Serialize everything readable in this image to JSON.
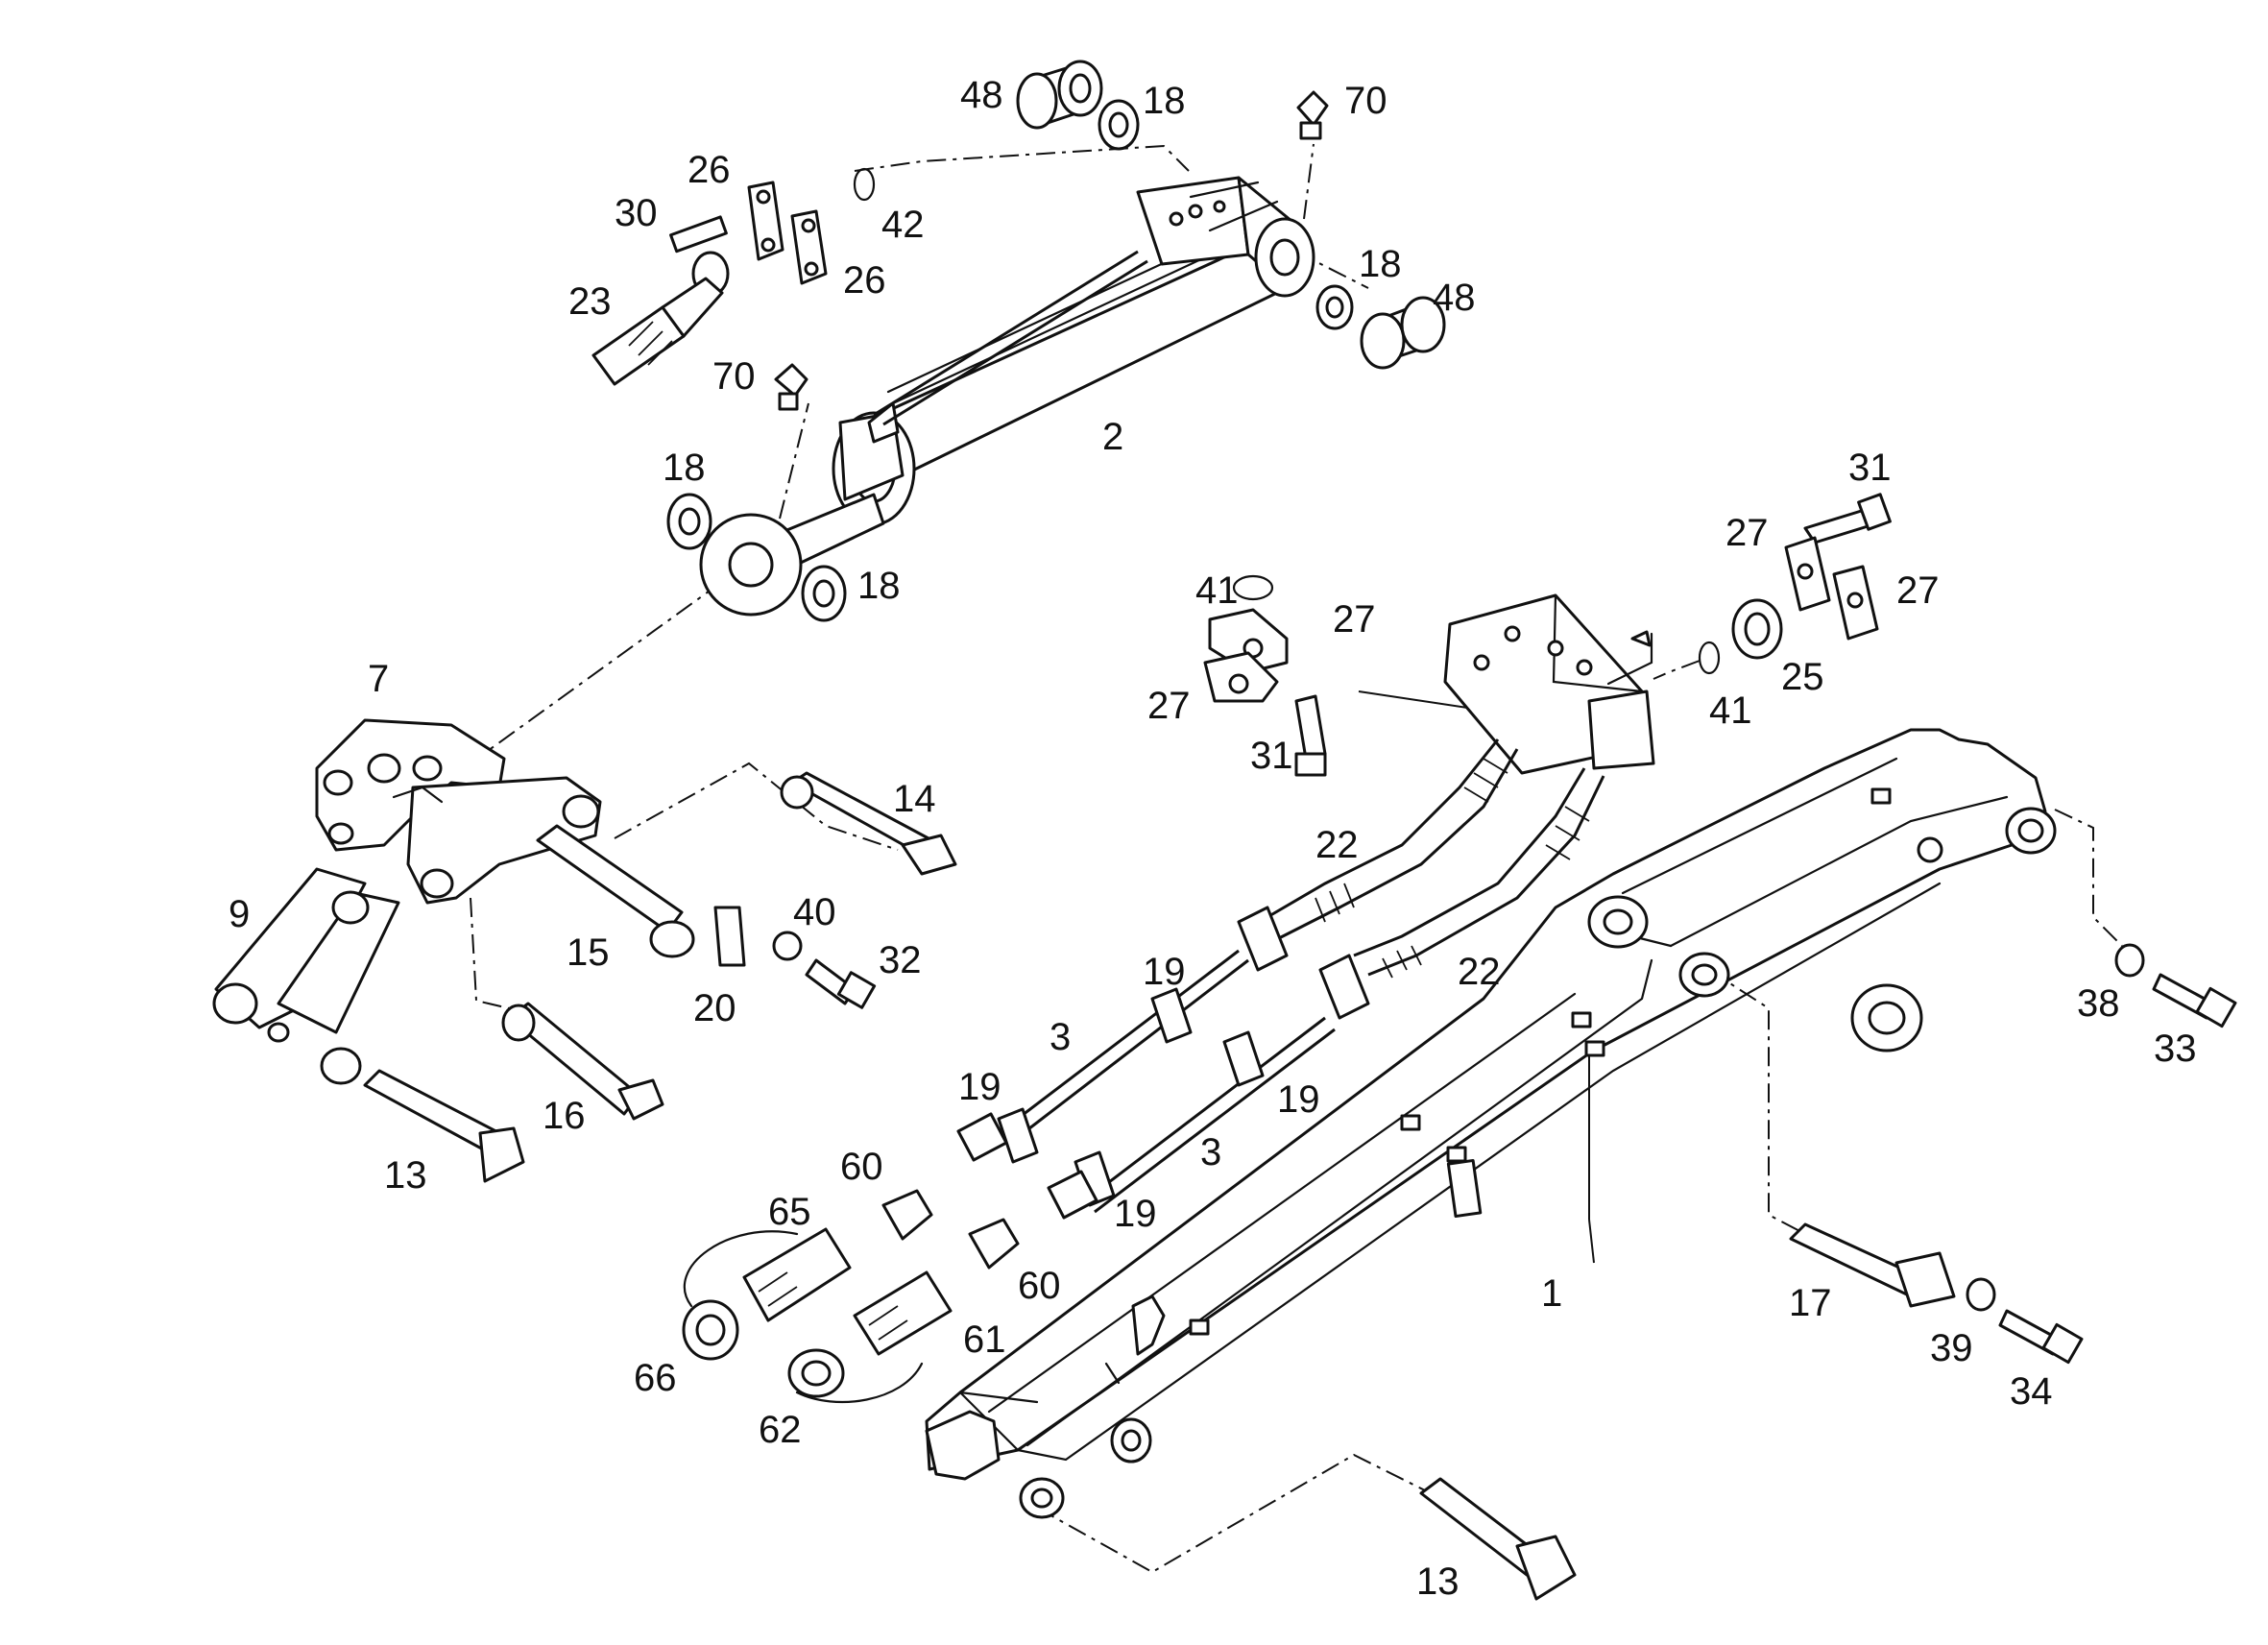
{
  "diagram": {
    "callouts": [
      {
        "id": "c48a",
        "text": "48"
      },
      {
        "id": "c18a",
        "text": "18"
      },
      {
        "id": "c70a",
        "text": "70"
      },
      {
        "id": "c26a",
        "text": "26"
      },
      {
        "id": "c30",
        "text": "30"
      },
      {
        "id": "c42",
        "text": "42"
      },
      {
        "id": "c26b",
        "text": "26"
      },
      {
        "id": "c23",
        "text": "23"
      },
      {
        "id": "c18b",
        "text": "18"
      },
      {
        "id": "c48b",
        "text": "48"
      },
      {
        "id": "c70b",
        "text": "70"
      },
      {
        "id": "c2",
        "text": "2"
      },
      {
        "id": "c18c",
        "text": "18"
      },
      {
        "id": "c18d",
        "text": "18"
      },
      {
        "id": "c31a",
        "text": "31"
      },
      {
        "id": "c27a",
        "text": "27"
      },
      {
        "id": "c41a",
        "text": "41"
      },
      {
        "id": "c27b",
        "text": "27"
      },
      {
        "id": "c27c",
        "text": "27"
      },
      {
        "id": "c25",
        "text": "25"
      },
      {
        "id": "c27d",
        "text": "27"
      },
      {
        "id": "c41b",
        "text": "41"
      },
      {
        "id": "c31b",
        "text": "31"
      },
      {
        "id": "c7",
        "text": "7"
      },
      {
        "id": "c14",
        "text": "14"
      },
      {
        "id": "c22a",
        "text": "22"
      },
      {
        "id": "c9",
        "text": "9"
      },
      {
        "id": "c40",
        "text": "40"
      },
      {
        "id": "c15",
        "text": "15"
      },
      {
        "id": "c32",
        "text": "32"
      },
      {
        "id": "c20",
        "text": "20"
      },
      {
        "id": "c22b",
        "text": "22"
      },
      {
        "id": "c19a",
        "text": "19"
      },
      {
        "id": "c3a",
        "text": "3"
      },
      {
        "id": "c38",
        "text": "38"
      },
      {
        "id": "c33",
        "text": "33"
      },
      {
        "id": "c16",
        "text": "16"
      },
      {
        "id": "c19b",
        "text": "19"
      },
      {
        "id": "c19c",
        "text": "19"
      },
      {
        "id": "c13a",
        "text": "13"
      },
      {
        "id": "c60a",
        "text": "60"
      },
      {
        "id": "c3b",
        "text": "3"
      },
      {
        "id": "c65",
        "text": "65"
      },
      {
        "id": "c19d",
        "text": "19"
      },
      {
        "id": "c60b",
        "text": "60"
      },
      {
        "id": "c1",
        "text": "1"
      },
      {
        "id": "c17",
        "text": "17"
      },
      {
        "id": "c61",
        "text": "61"
      },
      {
        "id": "c66",
        "text": "66"
      },
      {
        "id": "c39",
        "text": "39"
      },
      {
        "id": "c34",
        "text": "34"
      },
      {
        "id": "c62",
        "text": "62"
      },
      {
        "id": "c13b",
        "text": "13"
      }
    ]
  }
}
